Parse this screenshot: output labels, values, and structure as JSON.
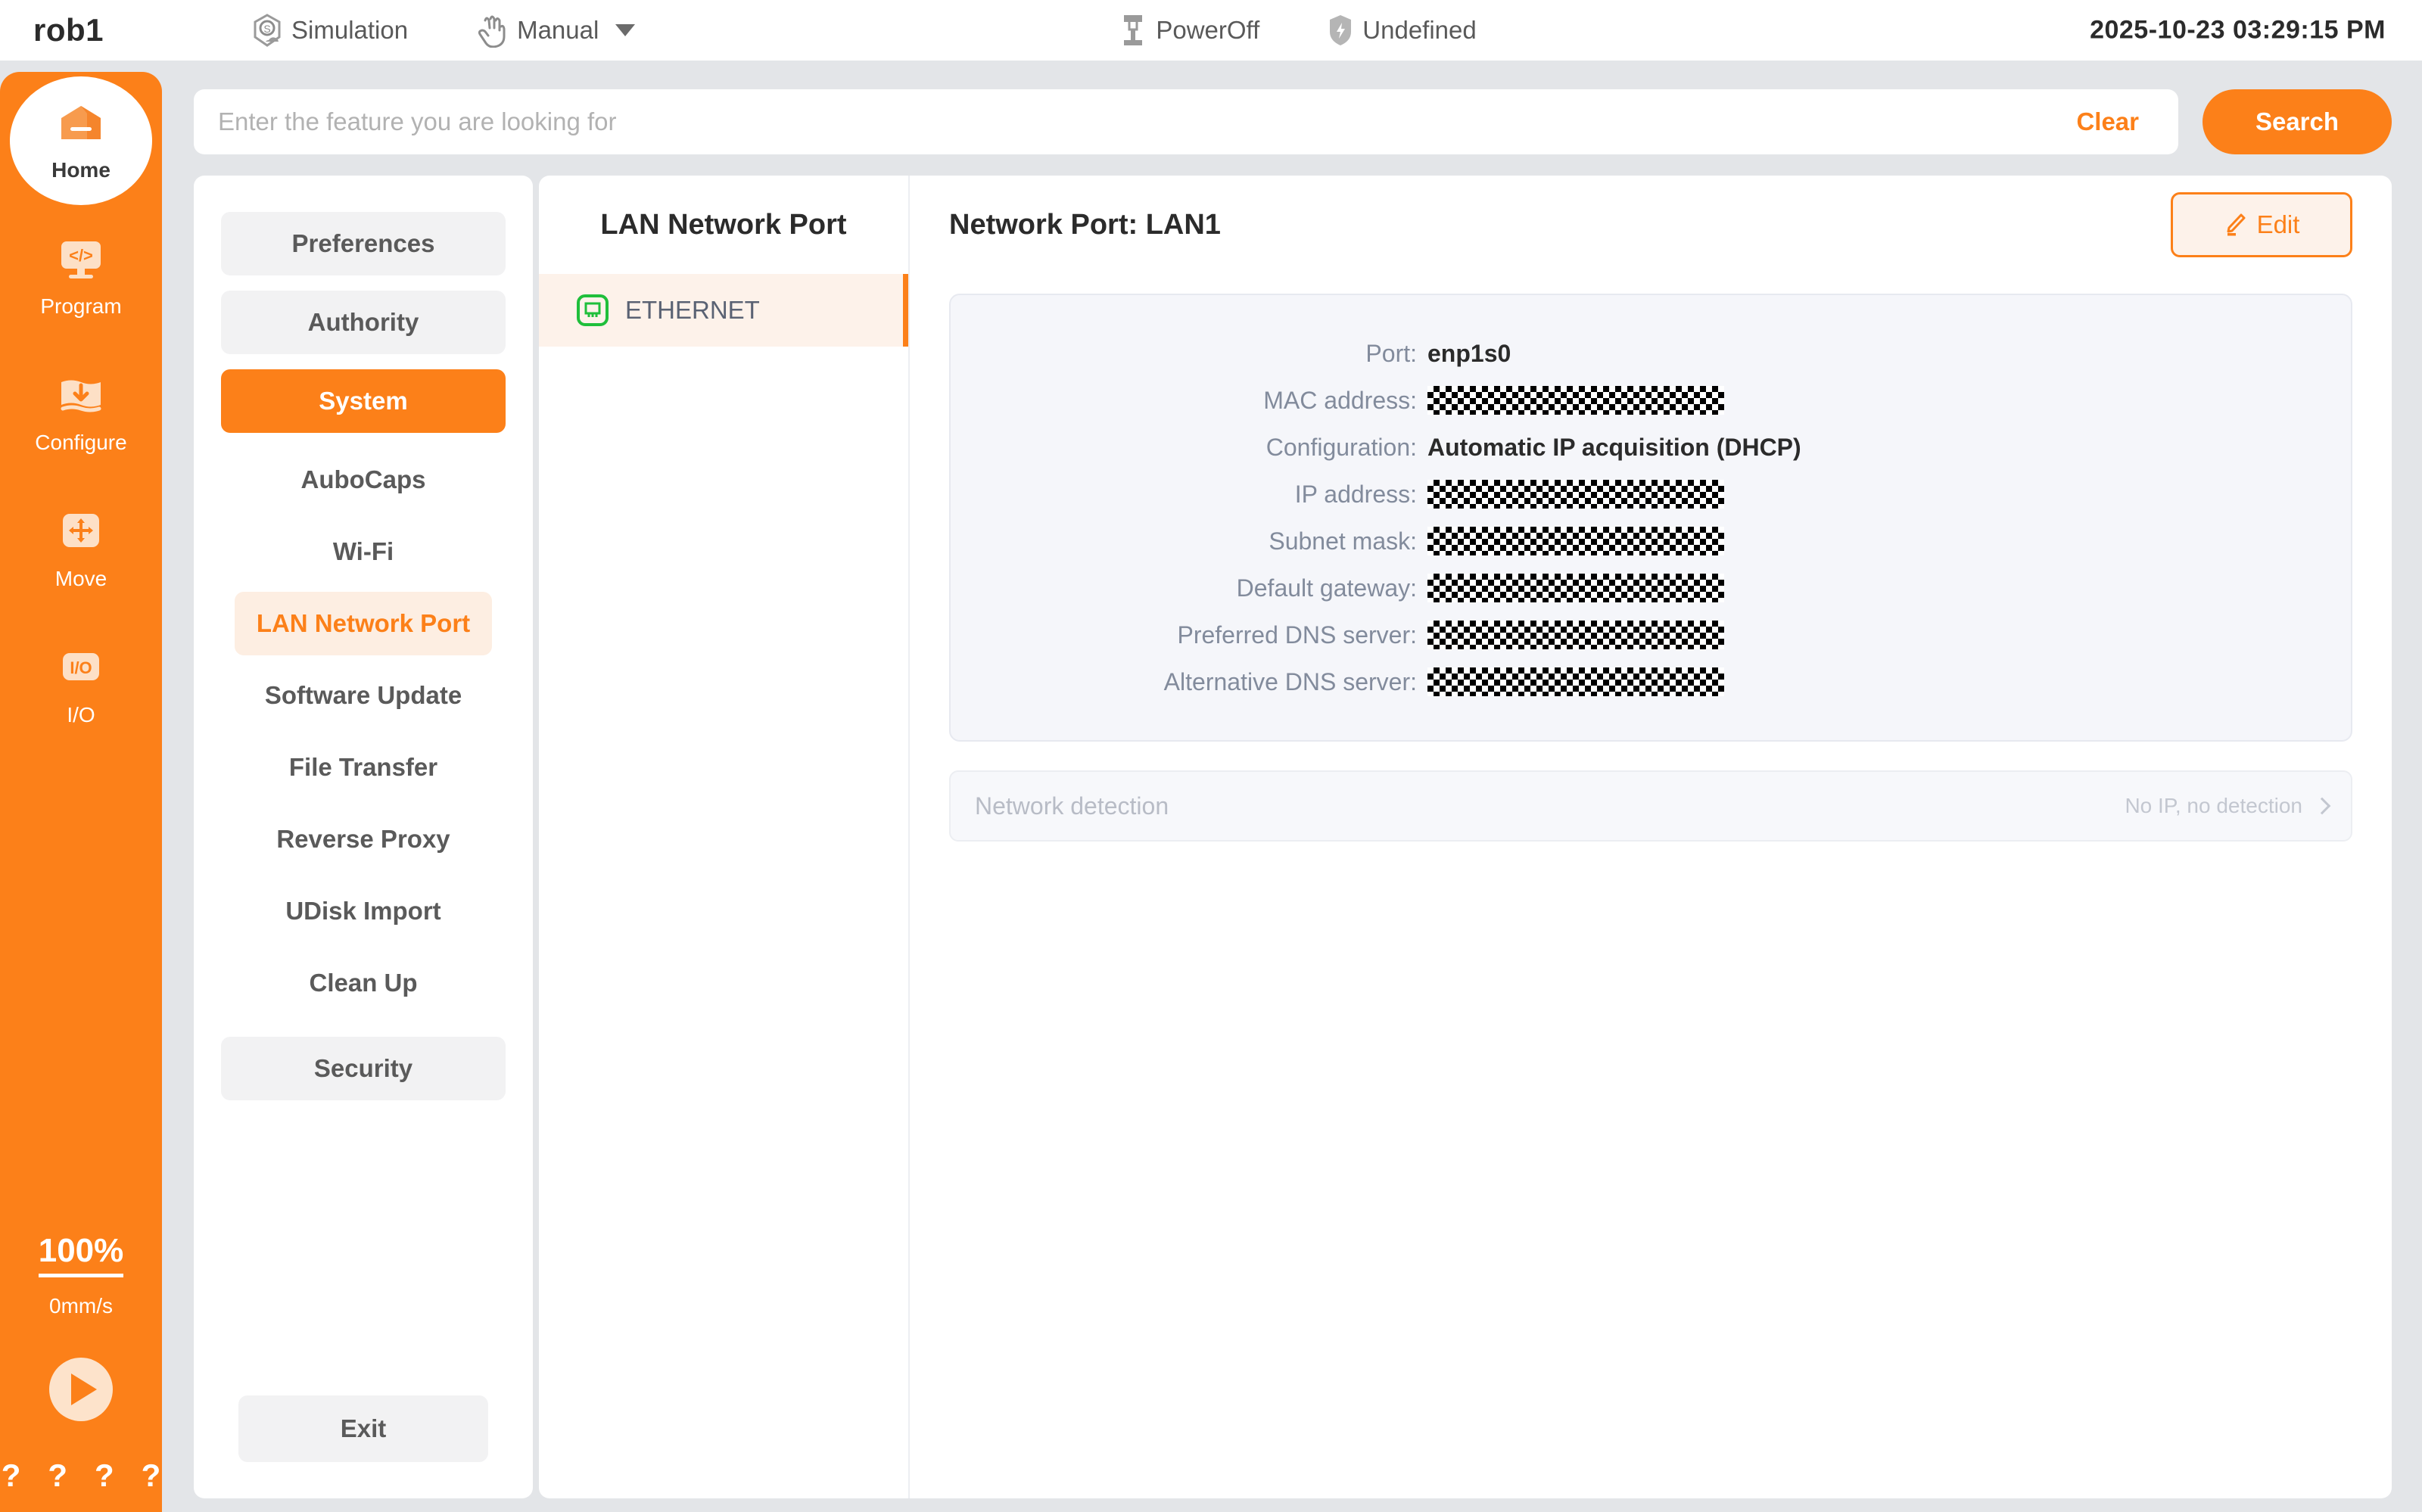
{
  "topbar": {
    "app_title": "rob1",
    "simulation_label": "Simulation",
    "manual_label": "Manual",
    "power_label": "PowerOff",
    "undefined_label": "Undefined",
    "clock": "2025-10-23 03:29:15 PM"
  },
  "rail": {
    "items": [
      {
        "label": "Home",
        "icon": "home-icon",
        "active": true
      },
      {
        "label": "Program",
        "icon": "code-icon",
        "active": false
      },
      {
        "label": "Configure",
        "icon": "download-icon",
        "active": false
      },
      {
        "label": "Move",
        "icon": "move-arrows-icon",
        "active": false
      },
      {
        "label": "I/O",
        "icon": "io-icon",
        "active": false
      }
    ],
    "speed_percent": "100%",
    "speed_value": "0mm/s",
    "play_icon": "play-icon",
    "question_marks": [
      "?",
      "?",
      "?",
      "?"
    ]
  },
  "search": {
    "placeholder": "Enter the feature you are looking for",
    "value": "",
    "clear_label": "Clear",
    "search_label": "Search"
  },
  "nav": {
    "groups": [
      {
        "label": "Preferences",
        "active": false
      },
      {
        "label": "Authority",
        "active": false
      },
      {
        "label": "System",
        "active": true
      }
    ],
    "sub_items": [
      {
        "label": "AuboCaps",
        "active": false
      },
      {
        "label": "Wi-Fi",
        "active": false
      },
      {
        "label": "LAN Network Port",
        "active": true
      },
      {
        "label": "Software Update",
        "active": false
      },
      {
        "label": "File Transfer",
        "active": false
      },
      {
        "label": "Reverse Proxy",
        "active": false
      },
      {
        "label": "UDisk Import",
        "active": false
      },
      {
        "label": "Clean Up",
        "active": false
      }
    ],
    "security_label": "Security",
    "exit_label": "Exit"
  },
  "middle": {
    "title": "LAN Network Port",
    "items": [
      {
        "label": "ETHERNET",
        "icon": "ethernet-port-icon",
        "active": true
      }
    ]
  },
  "detail": {
    "title": "Network Port: LAN1",
    "edit_label": "Edit",
    "edit_icon": "pencil-icon",
    "rows": [
      {
        "label": "Port:",
        "value": "enp1s0",
        "redacted": false
      },
      {
        "label": "MAC address:",
        "value": "",
        "redacted": true
      },
      {
        "label": "Configuration:",
        "value": "Automatic IP acquisition (DHCP)",
        "redacted": false
      },
      {
        "label": "IP address:",
        "value": "",
        "redacted": true
      },
      {
        "label": "Subnet mask:",
        "value": "",
        "redacted": true
      },
      {
        "label": "Default gateway:",
        "value": "",
        "redacted": true
      },
      {
        "label": "Preferred DNS server:",
        "value": "",
        "redacted": true
      },
      {
        "label": "Alternative DNS server:",
        "value": "",
        "redacted": true
      }
    ],
    "network_detection_label": "Network detection",
    "network_detection_status": "No IP, no detection"
  },
  "colors": {
    "accent_orange": "#fc8019",
    "accent_soft": "#fdeee2",
    "panel_bg": "#f5f6fa",
    "ethernet_green": "#1fbf3b",
    "text_dark": "#2b2b2b",
    "text_muted": "#828b9c"
  }
}
